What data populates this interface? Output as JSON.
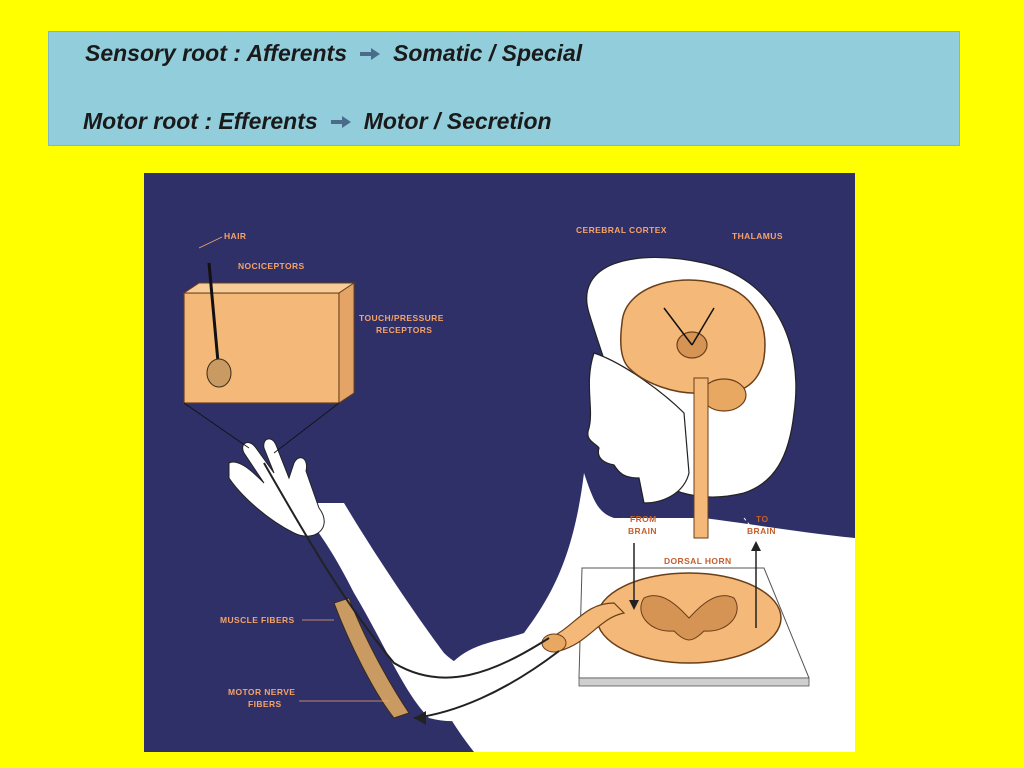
{
  "header": {
    "line1_left": "Sensory root : Afferents",
    "line1_right": "Somatic / Special",
    "line2_left": "Motor root : Efferents",
    "line2_right": "Motor / Secretion",
    "arrow_icon": "right-arrow-icon"
  },
  "diagram": {
    "labels": {
      "hair": "HAIR",
      "nociceptors": "NOCICEPTORS",
      "touch1": "TOUCH/PRESSURE",
      "touch2": "RECEPTORS",
      "cortex": "CEREBRAL CORTEX",
      "thalamus": "THALAMUS",
      "from1": "FROM",
      "from2": "BRAIN",
      "to1": "TO",
      "to2": "BRAIN",
      "dorsal": "DORSAL HORN",
      "muscle": "MUSCLE FIBERS",
      "motor1": "MOTOR NERVE",
      "motor2": "FIBERS"
    },
    "colors": {
      "background": "#2e3067",
      "tissue": "#f4b878",
      "label": "#f5a36a"
    }
  }
}
